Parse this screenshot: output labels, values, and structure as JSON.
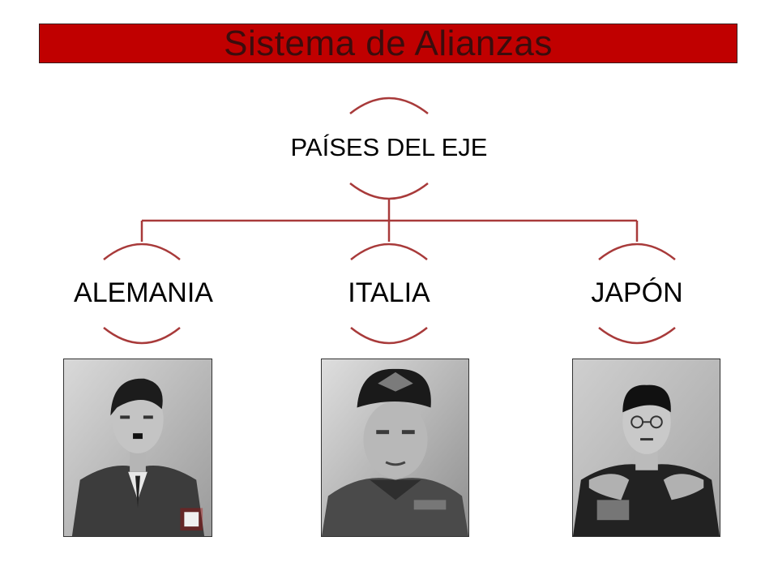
{
  "title": "Sistema de Alianzas",
  "root": {
    "label": "PAÍSES DEL EJE"
  },
  "branches": [
    {
      "label": "ALEMANIA",
      "portrait": "black-and-white portrait photo"
    },
    {
      "label": "ITALIA",
      "portrait": "black-and-white portrait photo"
    },
    {
      "label": "JAPÓN",
      "portrait": "black-and-white portrait photo"
    }
  ],
  "colors": {
    "title_bar": "#c00000",
    "title_text": "#3b0d0d",
    "connector": "#a83a3a",
    "text": "#000000"
  }
}
